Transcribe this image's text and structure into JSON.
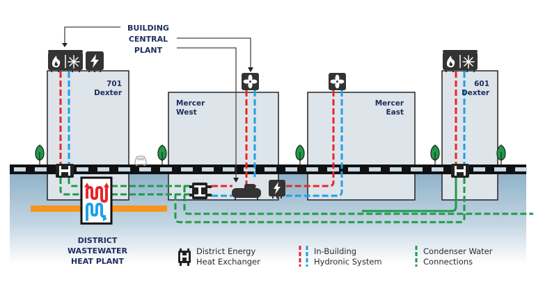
{
  "title": {
    "line1": "BUILDING",
    "line2": "CENTRAL",
    "line3": "PLANT"
  },
  "buildings": [
    {
      "id": "701-dexter",
      "line1": "701",
      "line2": "Dexter"
    },
    {
      "id": "mercer-west",
      "line1": "Mercer",
      "line2": "West"
    },
    {
      "id": "mercer-east",
      "line1": "Mercer",
      "line2": "East"
    },
    {
      "id": "601-dexter",
      "line1": "601",
      "line2": "Dexter"
    }
  ],
  "plant": {
    "line1": "DISTRICT",
    "line2": "WASTEWATER",
    "line3": "HEAT PLANT"
  },
  "legend": [
    {
      "id": "heat-exchanger",
      "line1": "District Energy",
      "line2": "Heat Exchanger",
      "icon": "heat-exchanger-icon"
    },
    {
      "id": "hydronic",
      "line1": "In-Building",
      "line2": "Hydronic System",
      "icon": "red-blue-dashed-lines"
    },
    {
      "id": "condenser",
      "line1": "Condenser Water",
      "line2": "Connections",
      "icon": "green-dashed-line"
    }
  ],
  "colors": {
    "hot": "#e8262b",
    "cold": "#1da1e6",
    "condenser": "#1f9a48",
    "orange": "#f7941d",
    "building": "#dde4ea",
    "dark": "#333333",
    "navy": "#1c2d5a",
    "tree": "#1f9a48"
  }
}
